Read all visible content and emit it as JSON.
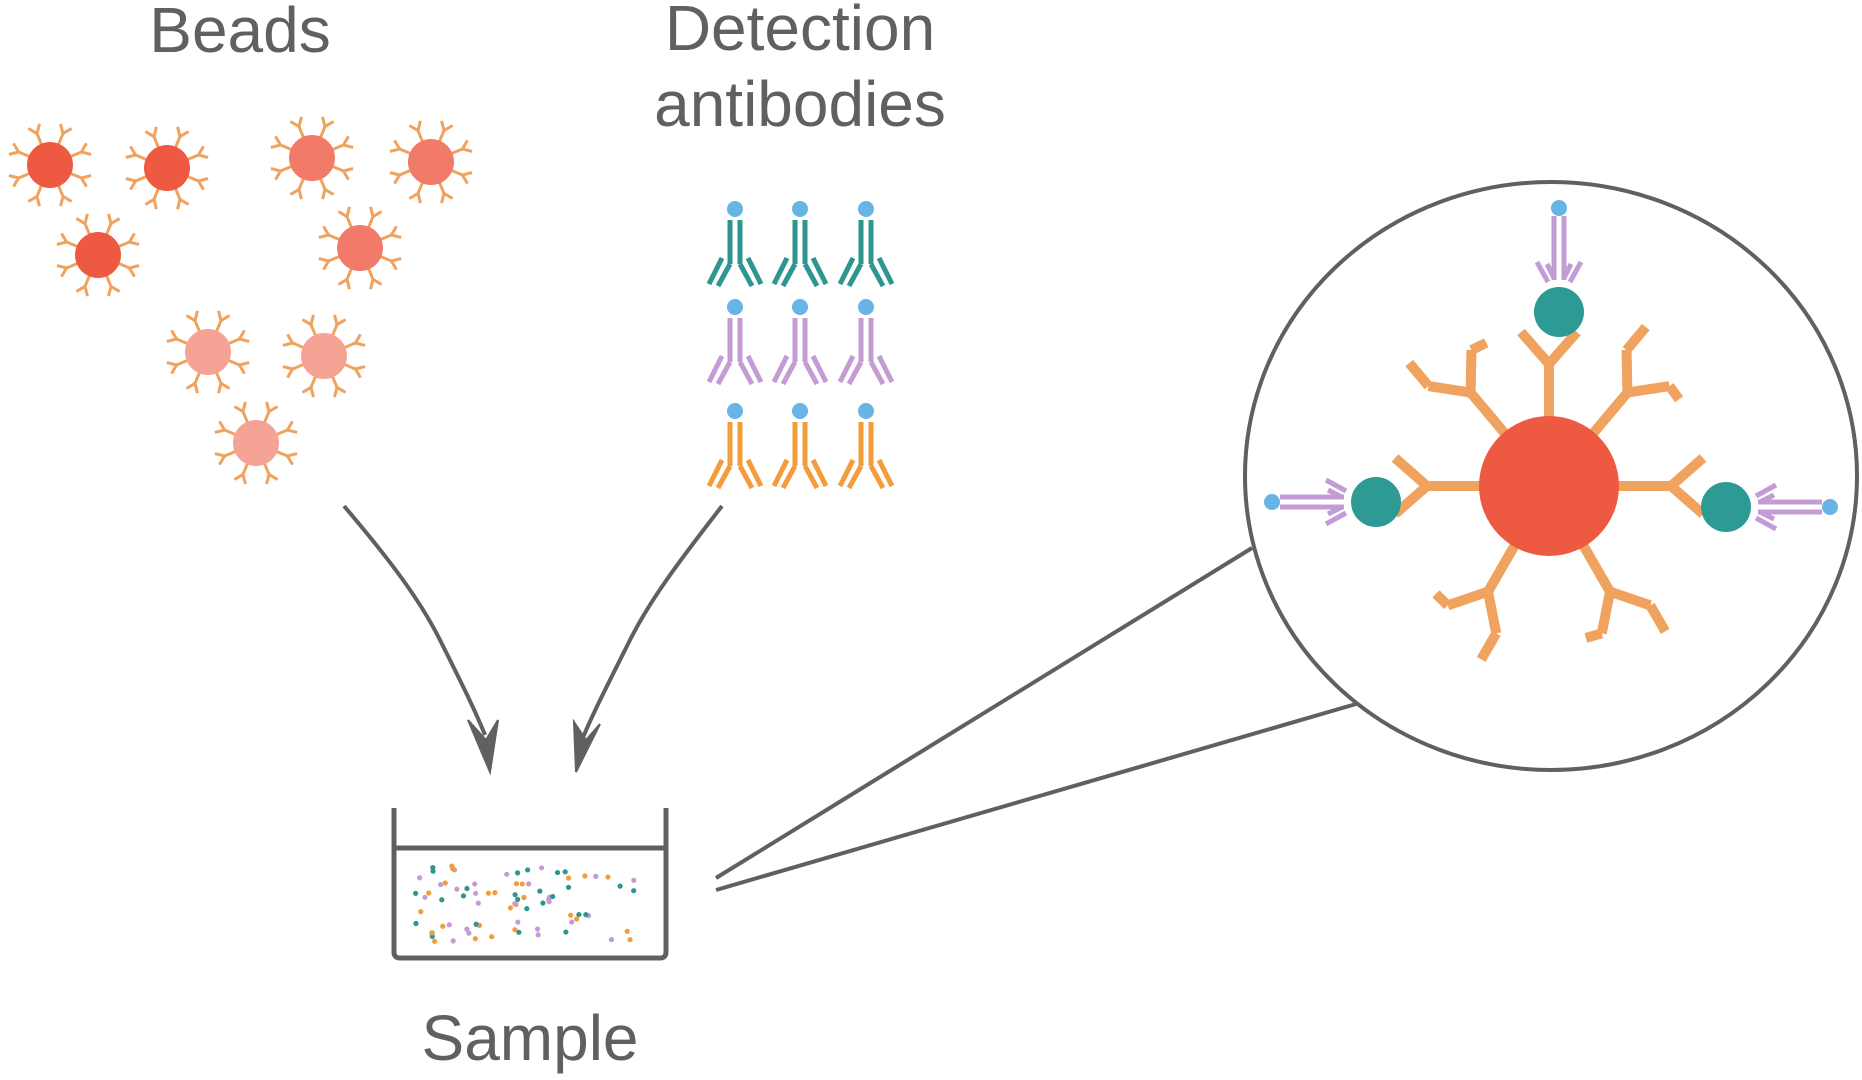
{
  "labels": {
    "beads": "Beads",
    "detection_line1": "Detection",
    "detection_line2": "antibodies",
    "sample": "Sample"
  },
  "colors": {
    "bead_dark": "#ee5a41",
    "bead_mid": "#f27a68",
    "bead_light": "#f4a394",
    "capture_antibody": "#f0a25f",
    "teal_antibody": "#2e958f",
    "lilac_antibody": "#c39cd6",
    "orange_antibody": "#f39c3b",
    "blue_dot": "#68b4e4",
    "analyte": "#2e9a94",
    "outline": "#606060"
  }
}
